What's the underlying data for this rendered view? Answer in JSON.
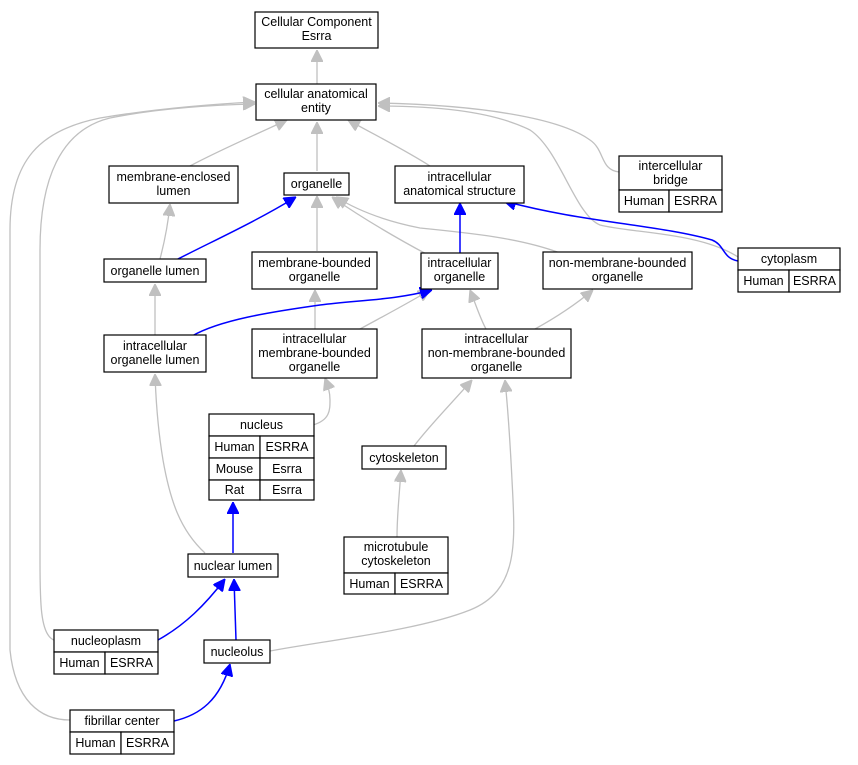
{
  "graph": {
    "nodes": {
      "root": {
        "lines": [
          "Cellular Component",
          "Esrra"
        ]
      },
      "cae": {
        "lines": [
          "cellular anatomical",
          "entity"
        ]
      },
      "mel": {
        "lines": [
          "membrane-enclosed",
          "lumen"
        ]
      },
      "org": {
        "lines": [
          "organelle"
        ]
      },
      "ias": {
        "lines": [
          "intracellular",
          "anatomical structure"
        ]
      },
      "ib": {
        "lines": [
          "intercellular",
          "bridge"
        ],
        "annotations": [
          [
            "Human",
            "ESRRA"
          ]
        ]
      },
      "cyt": {
        "lines": [
          "cytoplasm"
        ],
        "annotations": [
          [
            "Human",
            "ESRRA"
          ]
        ]
      },
      "ol": {
        "lines": [
          "organelle lumen"
        ]
      },
      "mbo": {
        "lines": [
          "membrane-bounded",
          "organelle"
        ]
      },
      "io": {
        "lines": [
          "intracellular",
          "organelle"
        ]
      },
      "nmbo": {
        "lines": [
          "non-membrane-bounded",
          "organelle"
        ]
      },
      "iol": {
        "lines": [
          "intracellular",
          "organelle lumen"
        ]
      },
      "imbo": {
        "lines": [
          "intracellular",
          "membrane-bounded",
          "organelle"
        ]
      },
      "inmbo": {
        "lines": [
          "intracellular",
          "non-membrane-bounded",
          "organelle"
        ]
      },
      "nuc": {
        "lines": [
          "nucleus"
        ],
        "annotations": [
          [
            "Human",
            "ESRRA"
          ],
          [
            "Mouse",
            "Esrra"
          ],
          [
            "Rat",
            "Esrra"
          ]
        ]
      },
      "cytosk": {
        "lines": [
          "cytoskeleton"
        ]
      },
      "mtc": {
        "lines": [
          "microtubule",
          "cytoskeleton"
        ],
        "annotations": [
          [
            "Human",
            "ESRRA"
          ]
        ]
      },
      "nl": {
        "lines": [
          "nuclear lumen"
        ]
      },
      "np": {
        "lines": [
          "nucleoplasm"
        ],
        "annotations": [
          [
            "Human",
            "ESRRA"
          ]
        ]
      },
      "nucleolus": {
        "lines": [
          "nucleolus"
        ]
      },
      "fc": {
        "lines": [
          "fibrillar center"
        ],
        "annotations": [
          [
            "Human",
            "ESRRA"
          ]
        ]
      }
    },
    "colors": {
      "Human": "#fa6a4e",
      "Mouse": "#aed8e6",
      "Rat": "#ffd700",
      "is_a_edge": "#c0c0c0",
      "part_of_edge": "#0000ff"
    }
  }
}
